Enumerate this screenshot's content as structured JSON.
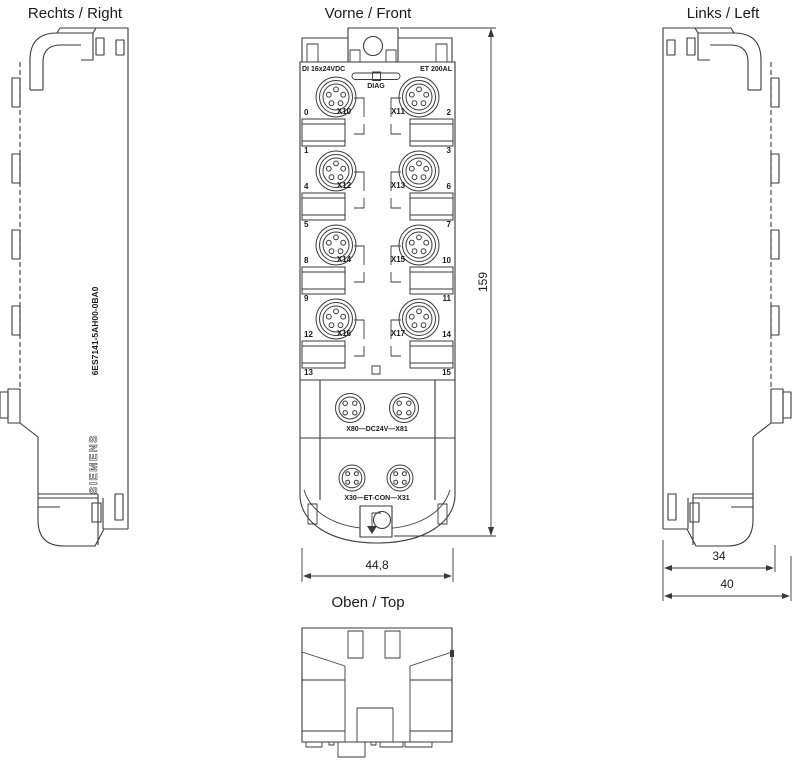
{
  "titles": {
    "right_view": "Rechts / Right",
    "front_view": "Vorne / Front",
    "left_view": "Links / Left",
    "top_view": "Oben / Top"
  },
  "front": {
    "type_label": "DI 16x24VDC",
    "system_label": "ET 200AL",
    "diag_label": "DIAG",
    "io_rows": [
      {
        "left_connector": "X10",
        "right_connector": "X11",
        "ports": [
          "0",
          "1",
          "2",
          "3"
        ]
      },
      {
        "left_connector": "X12",
        "right_connector": "X13",
        "ports": [
          "4",
          "5",
          "6",
          "7"
        ]
      },
      {
        "left_connector": "X14",
        "right_connector": "X15",
        "ports": [
          "8",
          "9",
          "10",
          "11"
        ]
      },
      {
        "left_connector": "X16",
        "right_connector": "X17",
        "ports": [
          "12",
          "13",
          "14",
          "15"
        ]
      }
    ],
    "power_label": "X80—DC24V—X81",
    "bus_label": "X30—ET-CON—X31"
  },
  "right_side": {
    "article_number": "6ES7141-5AH00-0BA0",
    "brand": "SIEMENS"
  },
  "dimensions": {
    "height_mm": "159",
    "width_mm": "44,8",
    "depth_front_mm": "34",
    "depth_total_mm": "40"
  },
  "colors": {
    "line": "#3a3a3a",
    "text": "#1a1a1a",
    "background": "#ffffff"
  }
}
